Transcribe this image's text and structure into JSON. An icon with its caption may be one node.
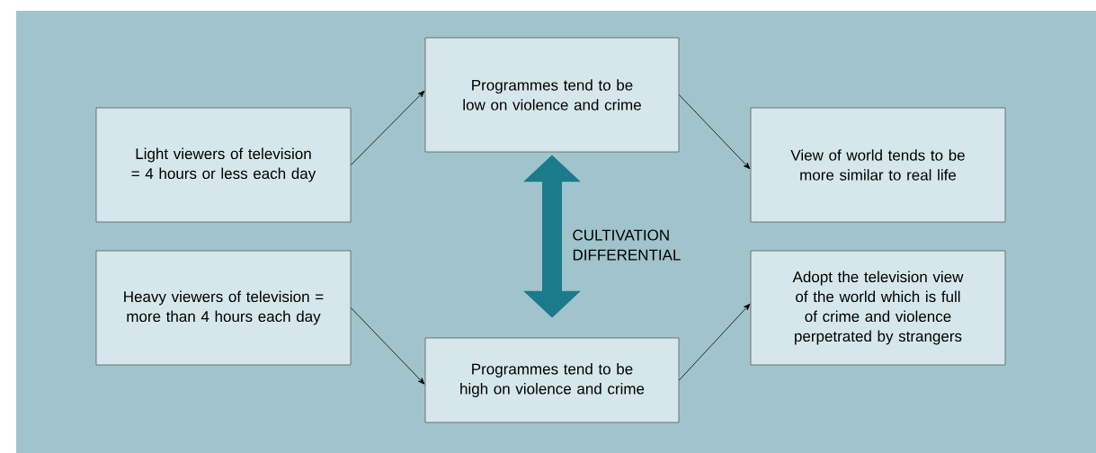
{
  "diagram": {
    "nodes": [
      {
        "text": [
          "Light viewers of television = 4 hours or less each day"
        ]
      },
      {
        "text": [
          "Programmes tend to be low on violence and crime"
        ]
      },
      {
        "text": [
          "View of world tends to be more similar to real life"
        ]
      },
      {
        "text": [
          "Heavy viewers of television = more than 4 hours each day"
        ]
      },
      {
        "text": [
          "Programmes tend to be high on violence and crime"
        ]
      },
      {
        "text": [
          "Adopt the television view of the world which is full of crime and violence perpetrated by strangers"
        ]
      }
    ],
    "edges": [
      {
        "from": 0,
        "to": 1,
        "arrow": "to"
      },
      {
        "from": 1,
        "to": 2,
        "arrow": "to"
      },
      {
        "from": 3,
        "to": 4,
        "arrow": "to"
      },
      {
        "from": 4,
        "to": 5,
        "arrow": "to"
      },
      {
        "from": 1,
        "to": 4,
        "arrow": "both",
        "label": "CULTIVATION DIFFERENTIAL",
        "style": "thick",
        "color": "#1b7b8b"
      }
    ]
  }
}
